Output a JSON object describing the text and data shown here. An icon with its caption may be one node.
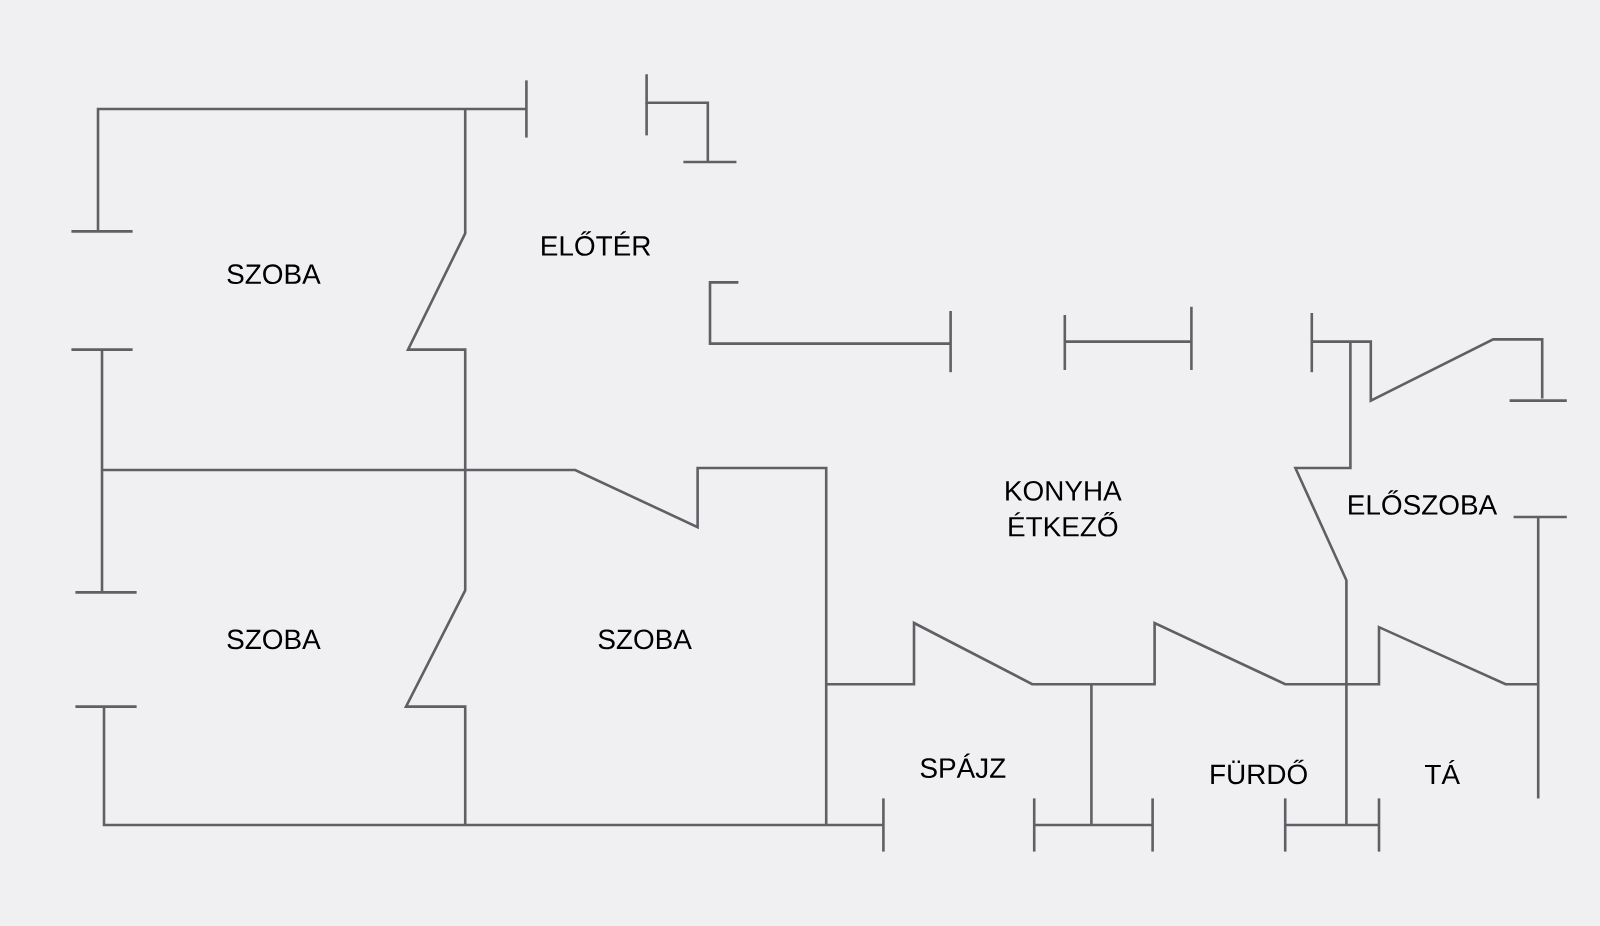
{
  "diagram": {
    "labels": [
      "SZOBA",
      "ELŐTÉR",
      "KONYHA ÉTKEZŐ",
      "ELŐSZOBA",
      "SZOBA",
      "SZOBA",
      "SPÁJZ",
      "FÜRDŐ",
      "TÁ"
    ]
  }
}
